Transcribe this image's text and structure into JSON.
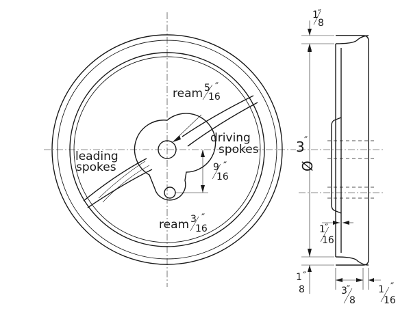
{
  "labels": {
    "ream_top": {
      "word": "ream",
      "num": "5",
      "den": "16",
      "mark": "″"
    },
    "ream_bottom": {
      "word": "ream",
      "num": "3",
      "den": "16",
      "mark": "″"
    },
    "driving_1": "driving",
    "driving_2": "spokes",
    "leading_1": "leading",
    "leading_2": "spokes",
    "boss_offset": {
      "num": "9",
      "den": "16",
      "mark": "″"
    },
    "diameter_symbol": "Ø",
    "diameter_value": "3",
    "diameter_mark": "″",
    "flange_top": {
      "num": "1",
      "den": "8",
      "mark": "″"
    },
    "flange_bottom": {
      "num": "1",
      "den": "8",
      "mark": "″"
    },
    "web_thickness": {
      "num": "1",
      "den": "16",
      "mark": "″"
    },
    "hub_width": {
      "num": "3",
      "den": "8",
      "mark": "″"
    },
    "rim_thickness": {
      "num": "1",
      "den": "16",
      "mark": "″"
    }
  }
}
